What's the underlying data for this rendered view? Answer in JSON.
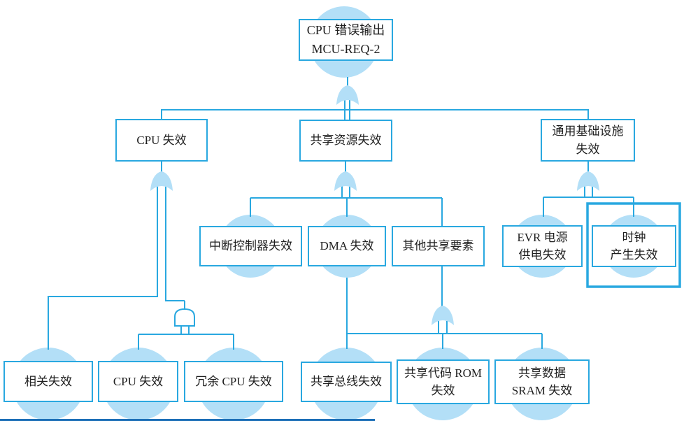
{
  "diagram": {
    "kind": "fault-tree",
    "colors": {
      "accent": "#29A8E0",
      "event_circle_fill": "#B3DFF7",
      "text": "#1F1F1F",
      "footer_bar": "#1C6FB7",
      "background": "#FFFFFF"
    },
    "nodes": {
      "top": {
        "lines": [
          "CPU 错误输出",
          "MCU-REQ-2"
        ]
      },
      "cpu_failure": {
        "lines": [
          "CPU 失效"
        ]
      },
      "shared_resource_failure": {
        "lines": [
          "共享资源失效"
        ]
      },
      "common_infrastructure_failure": {
        "lines": [
          "通用基础设施",
          "失效"
        ]
      },
      "interrupt_controller_failure": {
        "lines": [
          "中断控制器失效"
        ]
      },
      "dma_failure": {
        "lines": [
          "DMA 失效"
        ]
      },
      "other_shared_elements": {
        "lines": [
          "其他共享要素"
        ]
      },
      "evr_power_supply_failure": {
        "lines": [
          "EVR 电源",
          "供电失效"
        ]
      },
      "clock_generation_failure": {
        "lines": [
          "时钟",
          "产生失效"
        ]
      },
      "related_failure": {
        "lines": [
          "相关失效"
        ]
      },
      "cpu_failure_basic": {
        "lines": [
          "CPU 失效"
        ]
      },
      "redundant_cpu_failure": {
        "lines": [
          "冗余 CPU 失效"
        ]
      },
      "shared_bus_failure": {
        "lines": [
          "共享总线失效"
        ]
      },
      "shared_code_rom_failure": {
        "lines": [
          "共享代码 ROM",
          "失效"
        ]
      },
      "shared_data_sram_failure": {
        "lines": [
          "共享数据",
          "SRAM 失效"
        ]
      }
    },
    "structure": [
      {
        "parent": "top",
        "gate": "OR",
        "children": [
          "cpu_failure",
          "shared_resource_failure",
          "common_infrastructure_failure"
        ]
      },
      {
        "parent": "cpu_failure",
        "gate": "OR",
        "children": [
          "related_failure",
          "AND(cpu_failure_basic, redundant_cpu_failure)"
        ]
      },
      {
        "parent": "cpu_failure",
        "gate": "AND",
        "children": [
          "cpu_failure_basic",
          "redundant_cpu_failure"
        ]
      },
      {
        "parent": "shared_resource_failure",
        "gate": "OR",
        "children": [
          "interrupt_controller_failure",
          "dma_failure",
          "other_shared_elements"
        ]
      },
      {
        "parent": "other_shared_elements",
        "gate": "OR",
        "children": [
          "shared_bus_failure",
          "shared_code_rom_failure",
          "shared_data_sram_failure"
        ]
      },
      {
        "parent": "common_infrastructure_failure",
        "gate": "OR",
        "children": [
          "evr_power_supply_failure",
          "clock_generation_failure"
        ]
      },
      {
        "parent": "dma_failure",
        "children": [
          "shared_bus_failure"
        ]
      }
    ],
    "basic_events_with_circles": [
      "interrupt_controller_failure",
      "dma_failure",
      "evr_power_supply_failure",
      "clock_generation_failure",
      "related_failure",
      "cpu_failure_basic",
      "redundant_cpu_failure",
      "shared_bus_failure",
      "shared_code_rom_failure",
      "shared_data_sram_failure",
      "top"
    ],
    "highlighted_node": "clock_generation_failure"
  }
}
